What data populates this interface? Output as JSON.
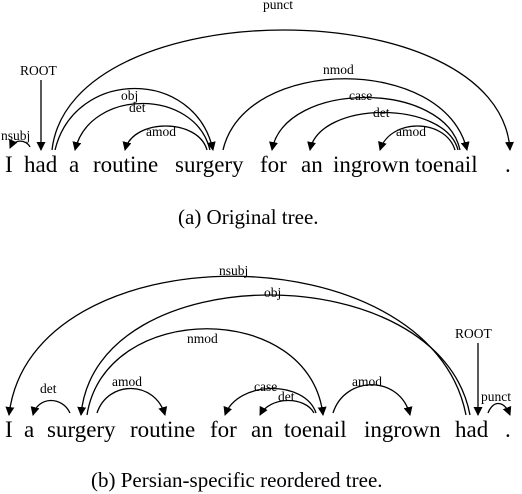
{
  "figure": {
    "panels": [
      {
        "caption": "(a) Original tree.",
        "root_label": "ROOT",
        "tokens": [
          "I",
          "had",
          "a",
          "routine",
          "surgery",
          "for",
          "an",
          "ingrown",
          "toenail",
          "."
        ],
        "arcs": [
          {
            "label": "punct",
            "head": "had",
            "dependent": "."
          },
          {
            "label": "nsubj",
            "head": "had",
            "dependent": "I"
          },
          {
            "label": "obj",
            "head": "had",
            "dependent": "surgery"
          },
          {
            "label": "det",
            "head": "surgery",
            "dependent": "a"
          },
          {
            "label": "amod",
            "head": "surgery",
            "dependent": "routine"
          },
          {
            "label": "nmod",
            "head": "surgery",
            "dependent": "toenail"
          },
          {
            "label": "case",
            "head": "toenail",
            "dependent": "for"
          },
          {
            "label": "det",
            "head": "toenail",
            "dependent": "an"
          },
          {
            "label": "amod",
            "head": "toenail",
            "dependent": "ingrown"
          }
        ]
      },
      {
        "caption": "(b) Persian-specific reordered tree.",
        "root_label": "ROOT",
        "tokens": [
          "I",
          "a",
          "surgery",
          "routine",
          "for",
          "an",
          "toenail",
          "ingrown",
          "had",
          "."
        ],
        "arcs": [
          {
            "label": "nsubj",
            "head": "had",
            "dependent": "I"
          },
          {
            "label": "obj",
            "head": "had",
            "dependent": "surgery"
          },
          {
            "label": "nmod",
            "head": "surgery",
            "dependent": "toenail"
          },
          {
            "label": "det",
            "head": "surgery",
            "dependent": "a"
          },
          {
            "label": "amod",
            "head": "surgery",
            "dependent": "routine"
          },
          {
            "label": "case",
            "head": "toenail",
            "dependent": "for"
          },
          {
            "label": "det",
            "head": "toenail",
            "dependent": "an"
          },
          {
            "label": "amod",
            "head": "toenail",
            "dependent": "ingrown"
          },
          {
            "label": "punct",
            "head": "had",
            "dependent": "."
          }
        ]
      }
    ]
  }
}
